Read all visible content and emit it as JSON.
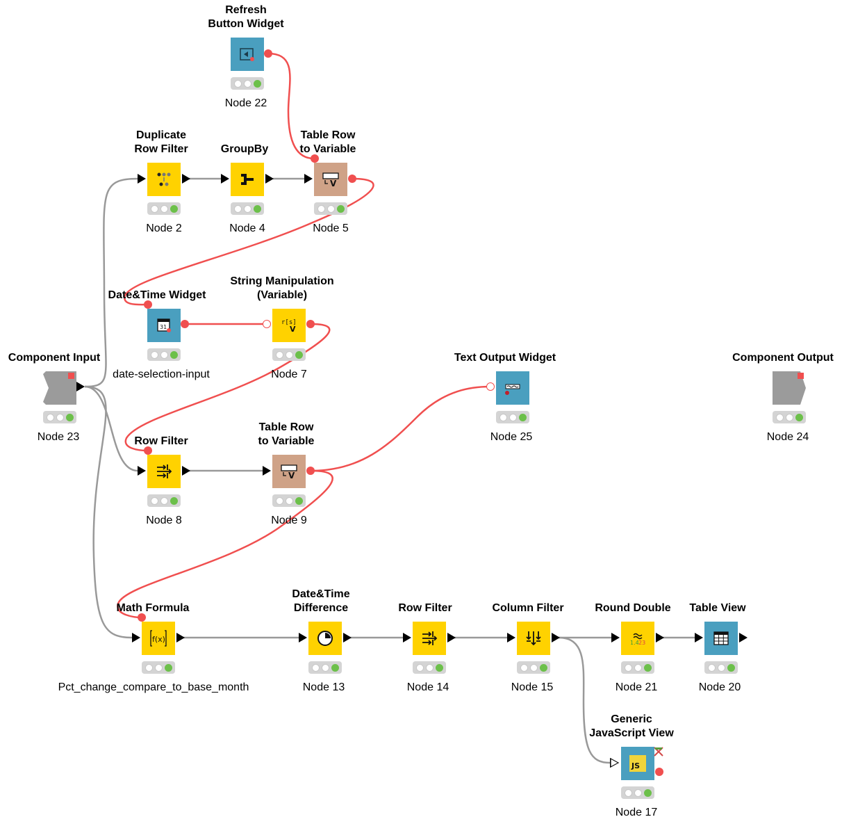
{
  "nodes": {
    "n22": {
      "title": "Refresh\nButton Widget",
      "label": "Node 22",
      "icon": "refresh-icon"
    },
    "n2": {
      "title": "Duplicate\nRow Filter",
      "label": "Node 2",
      "icon": "duplicate-filter-icon"
    },
    "n4": {
      "title": "GroupBy",
      "label": "Node 4",
      "icon": "groupby-icon"
    },
    "n5": {
      "title": "Table Row\nto Variable",
      "label": "Node 5",
      "icon": "table-to-variable-icon"
    },
    "n6": {
      "title": "Date&Time Widget",
      "label": "date-selection-input",
      "icon": "calendar-icon",
      "glyph": "31"
    },
    "n7": {
      "title": "String Manipulation\n(Variable)",
      "label": "Node 7",
      "icon": "string-manipulation-icon",
      "glyph": "r[s]"
    },
    "n23": {
      "title": "Component Input",
      "label": "Node 23",
      "icon": "component-input-icon"
    },
    "n25": {
      "title": "Text Output Widget",
      "label": "Node 25",
      "icon": "text-output-icon"
    },
    "n24": {
      "title": "Component Output",
      "label": "Node 24",
      "icon": "component-output-icon"
    },
    "n8": {
      "title": "Row Filter",
      "label": "Node 8",
      "icon": "row-filter-icon"
    },
    "n9": {
      "title": "Table Row\nto Variable",
      "label": "Node 9",
      "icon": "table-to-variable-icon"
    },
    "n10": {
      "title": "Math Formula",
      "label": "Pct_change_compare_to_base_month",
      "icon": "math-formula-icon",
      "glyph": "f(x)"
    },
    "n13": {
      "title": "Date&Time\nDifference",
      "label": "Node 13",
      "icon": "clock-icon"
    },
    "n14": {
      "title": "Row Filter",
      "label": "Node 14",
      "icon": "row-filter-icon"
    },
    "n15": {
      "title": "Column Filter",
      "label": "Node 15",
      "icon": "column-filter-icon"
    },
    "n21": {
      "title": "Round Double",
      "label": "Node 21",
      "icon": "round-double-icon"
    },
    "n20": {
      "title": "Table View",
      "label": "Node 20",
      "icon": "table-view-icon"
    },
    "n17": {
      "title": "Generic\nJavaScript View",
      "label": "Node 17",
      "icon": "javascript-icon",
      "glyph": "JS"
    }
  },
  "colors": {
    "data_wire": "#999999",
    "variable_wire": "#f04f4f",
    "manipulator": "#ffd200",
    "widget": "#4a9fbf",
    "variable_node": "#cfa287",
    "success": "#6cc04a"
  }
}
